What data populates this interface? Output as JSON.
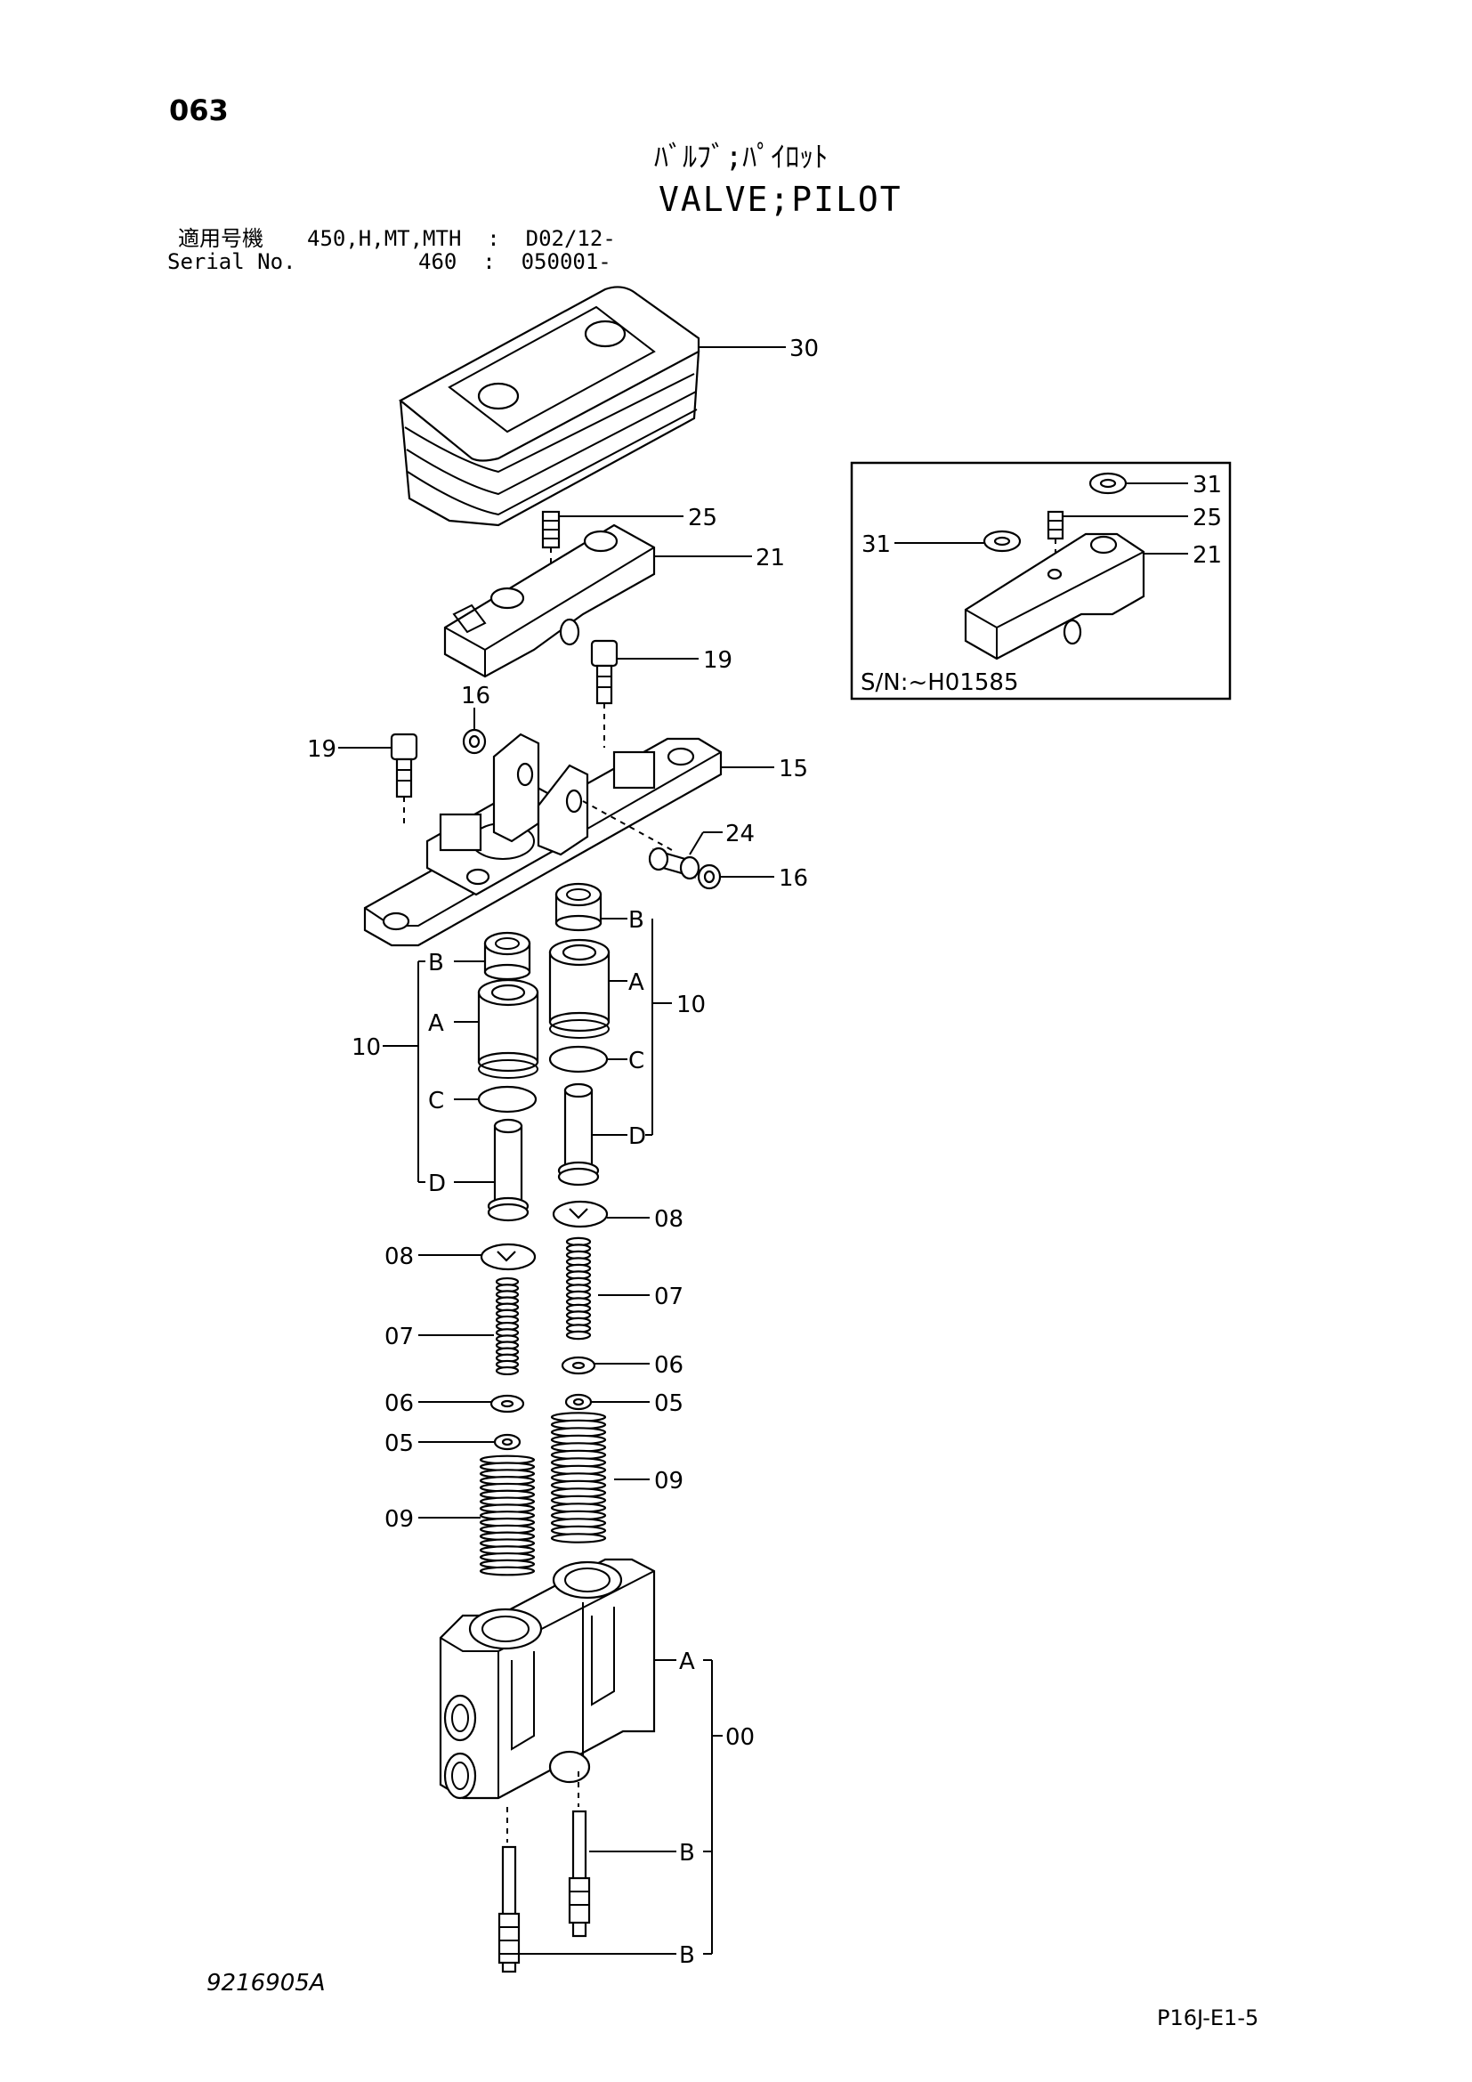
{
  "header": {
    "page_number": "063",
    "title_jp": "ﾊﾞﾙﾌﾞ;ﾊﾟｲﾛｯﾄ",
    "title_en": "VALVE;PILOT",
    "serial": {
      "row1_label": "適用号機",
      "row1_value": "450,H,MT,MTH  :  D02/12-",
      "row2_label": "Serial No.",
      "row2_value": "460  :  050001-"
    }
  },
  "inset": {
    "caption": "S/N:~H01585",
    "labels": [
      "31",
      "25",
      "31",
      "21"
    ]
  },
  "callouts": [
    "30",
    "25",
    "21",
    "19",
    "16",
    "19",
    "15",
    "24",
    "16",
    "B",
    "A",
    "10",
    "B",
    "A",
    "10",
    "C",
    "C",
    "D",
    "D",
    "08",
    "08",
    "07",
    "07",
    "06",
    "06",
    "05",
    "05",
    "09",
    "09",
    "A",
    "00",
    "B",
    "B"
  ],
  "footer": {
    "drawing_number": "9216905A",
    "sheet_code": "P16J-E1-5"
  }
}
